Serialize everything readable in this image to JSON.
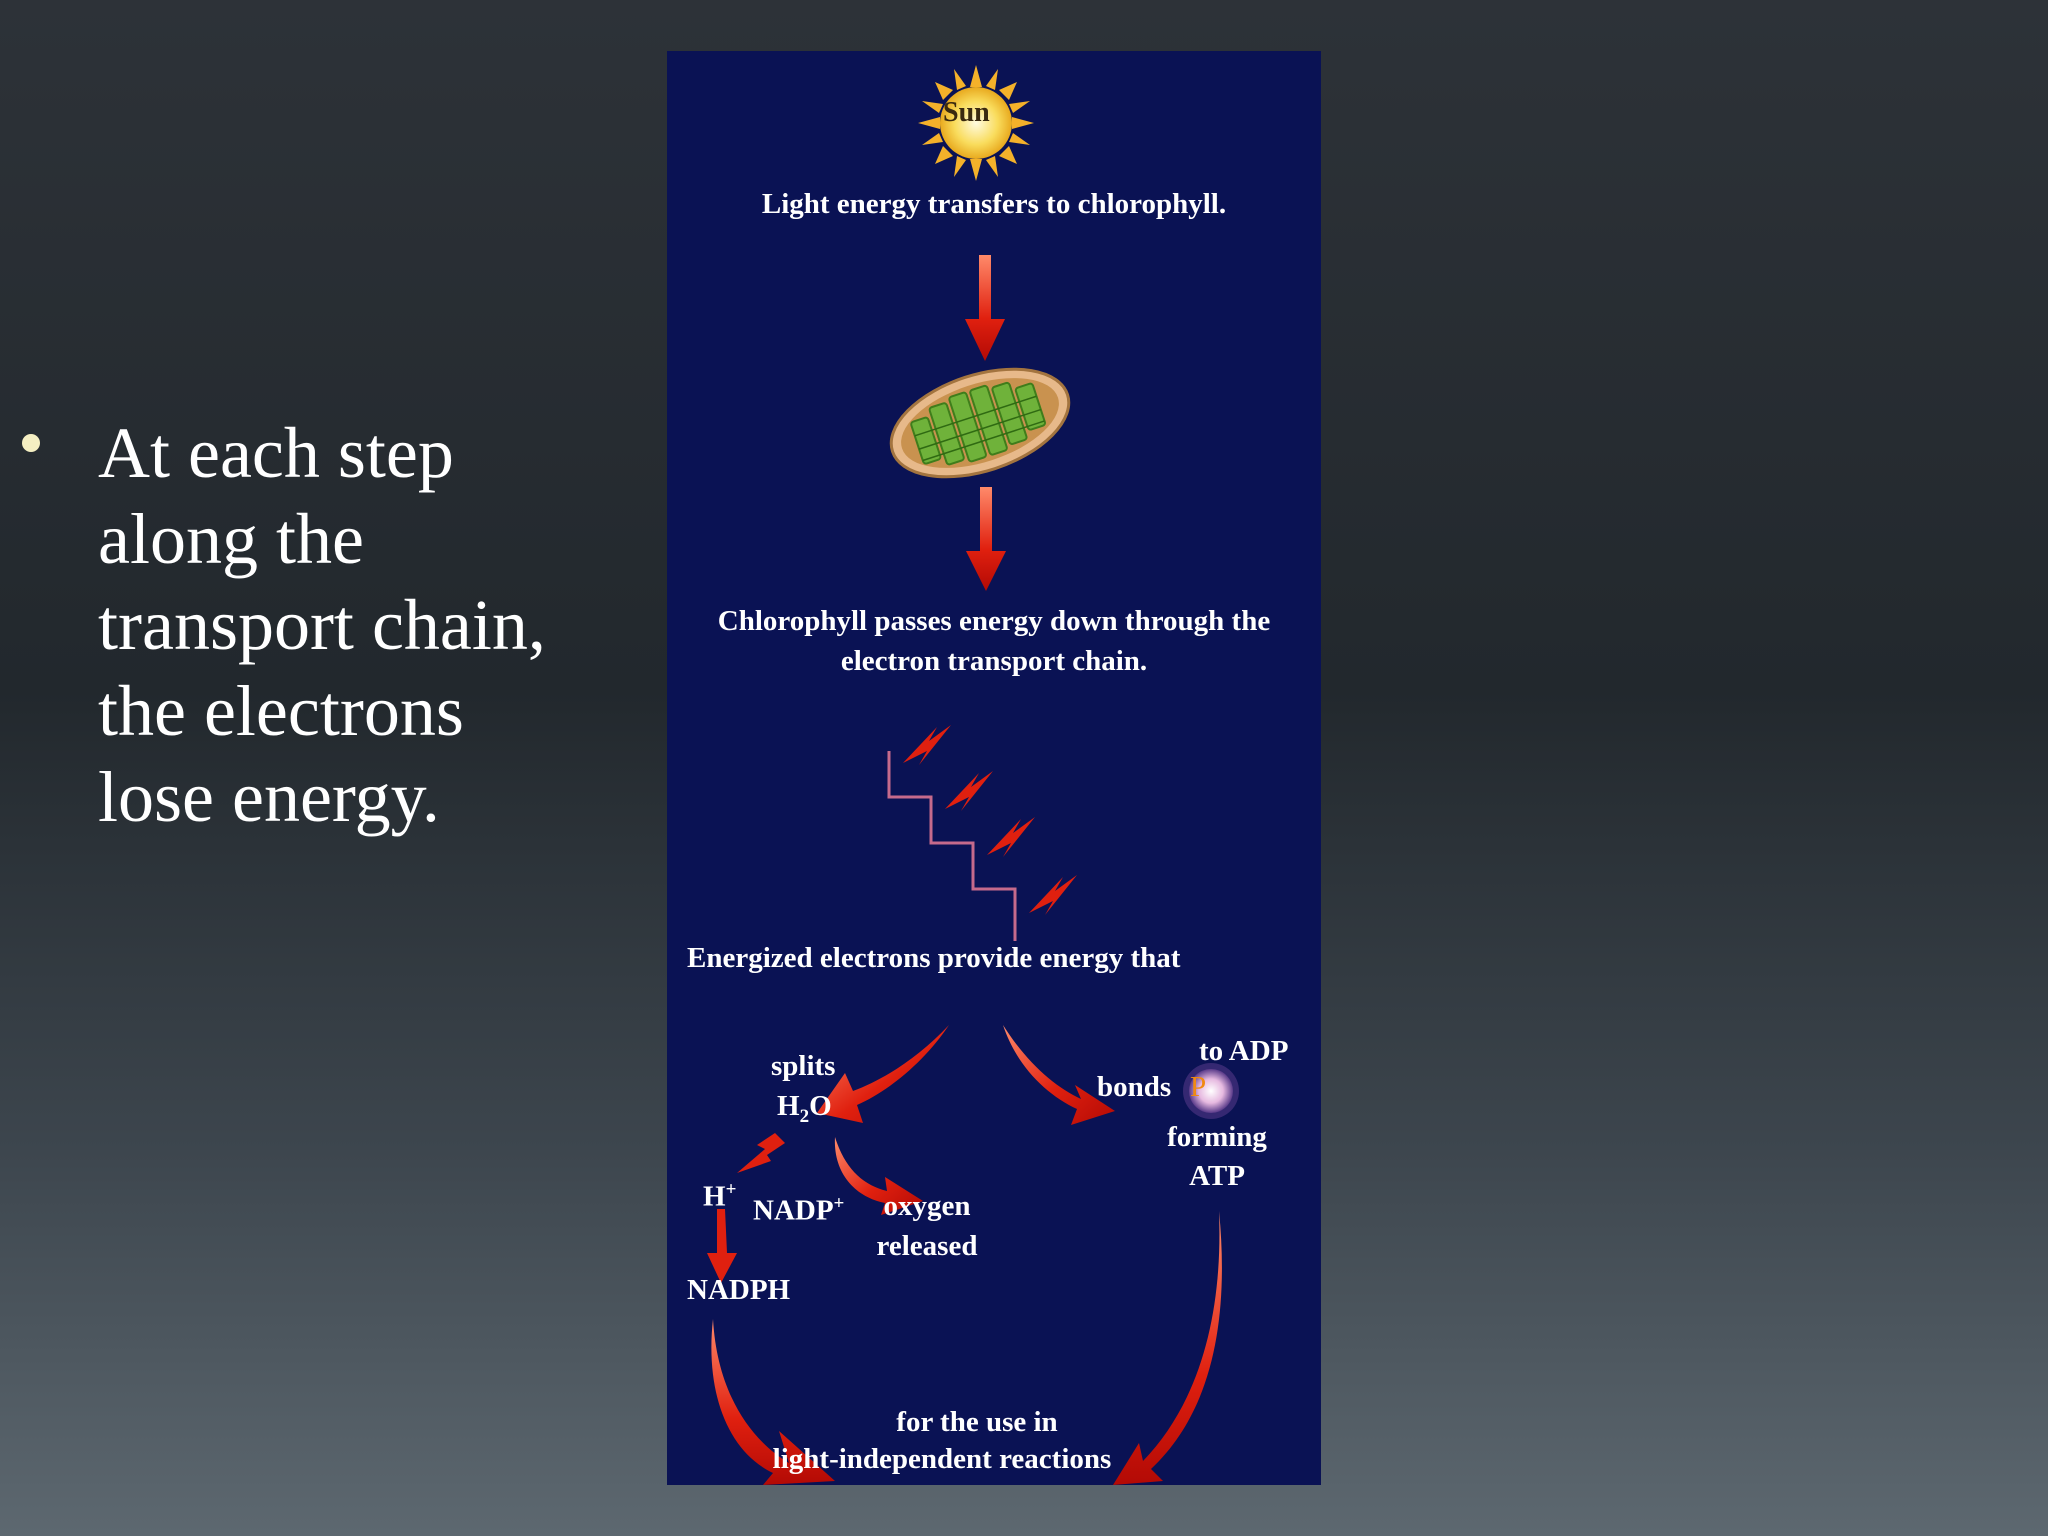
{
  "slide": {
    "bullet_lines": [
      "At each step",
      "along the",
      "transport chain,",
      "the electrons",
      "lose energy."
    ]
  },
  "diagram": {
    "sun_label": "Sun",
    "step1": "Light energy transfers to chlorophyll.",
    "step2_line1": "Chlorophyll passes energy down through the",
    "step2_line2": "electron transport chain.",
    "step3": "Energized electrons provide energy that",
    "splits": "splits",
    "h2o_h": "H",
    "h2o_sub": "2",
    "h2o_o": "O",
    "h_plus_h": "H",
    "h_plus_sup": "+",
    "nadp": "NADP",
    "nadp_sup": "+",
    "nadph": "NADPH",
    "oxygen_line1": "oxygen",
    "oxygen_line2": "released",
    "to_adp": "to ADP",
    "bonds": "bonds",
    "phosphate": "P",
    "forming_line1": "forming",
    "forming_line2": "ATP",
    "final_line1": "for the use in",
    "final_line2": "light-independent reactions"
  },
  "colors": {
    "panel_bg": "#0a1254",
    "arrow_red": "#d8140c",
    "sun_yellow": "#f6d54a",
    "phosphate_orange": "#f08a12"
  },
  "icons": [
    "sun-icon",
    "chloroplast-icon",
    "electron-staircase-icon",
    "phosphate-icon"
  ]
}
